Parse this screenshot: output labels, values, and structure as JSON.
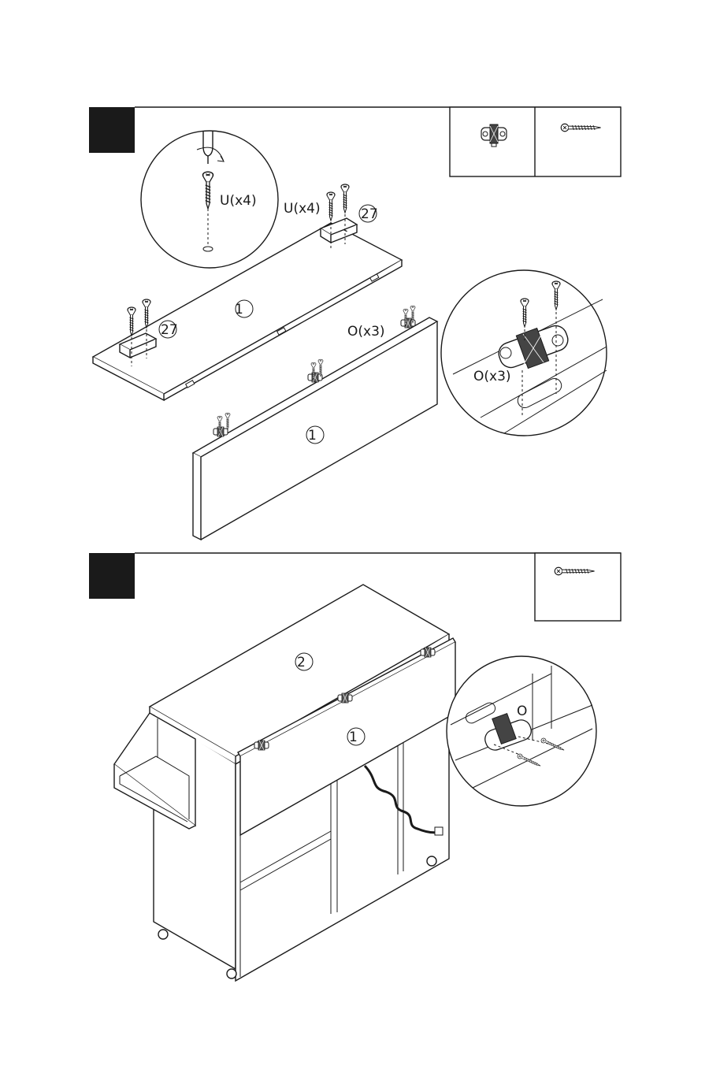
{
  "step1": {
    "hardware_box": {
      "items": [
        {
          "icon": "hinge-icon"
        },
        {
          "icon": "screw-icon"
        }
      ]
    },
    "detail_top_label": "U(x4)",
    "panel_top_label": "U(x4)",
    "block_top_number": "27",
    "block_left_number": "27",
    "part_top_number": "1",
    "part_front_number": "1",
    "hinge_label": "O(x3)",
    "detail_right_label": "O(x3)"
  },
  "step2": {
    "hardware_box": {
      "items": [
        {
          "icon": "screw-icon"
        }
      ]
    },
    "top_part_number": "2",
    "leaf_part_number": "1",
    "detail_label": "O"
  }
}
